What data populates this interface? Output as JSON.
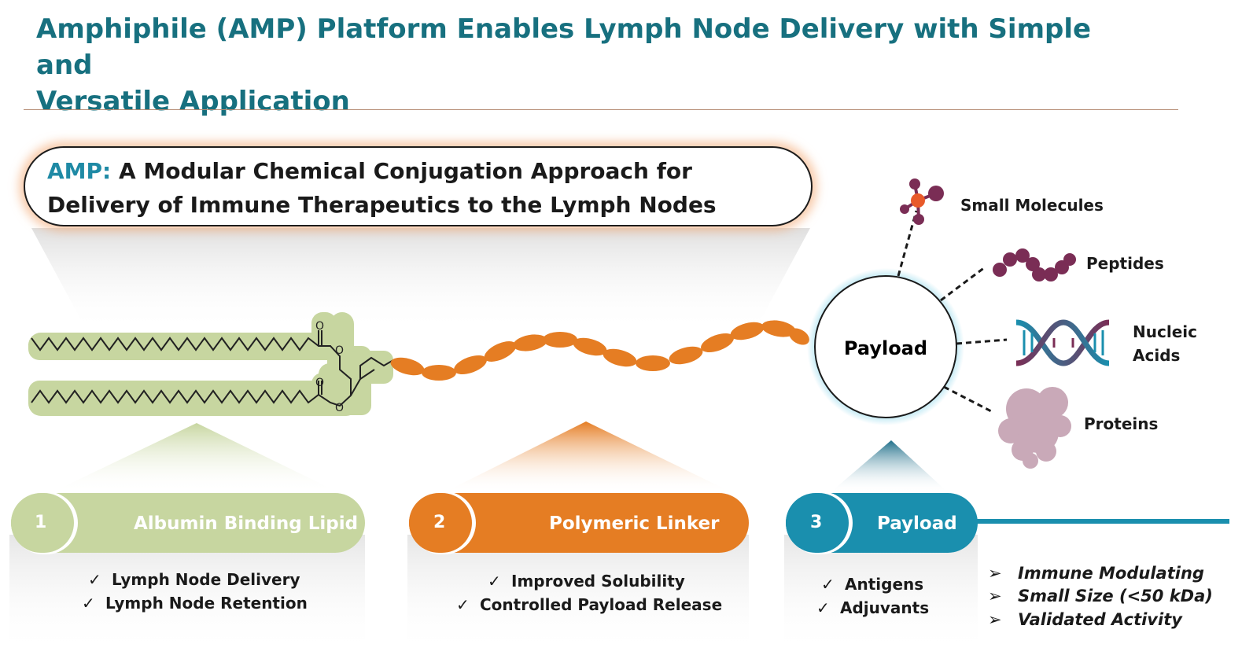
{
  "title": {
    "line1": "Amphiphile (AMP) Platform Enables Lymph Node Delivery with Simple and",
    "line2": "Versatile Application"
  },
  "callout": {
    "prefix": "AMP:",
    "line1_rest": " A Modular Chemical Conjugation Approach for",
    "line2": "Delivery of Immune Therapeutics to the Lymph Nodes"
  },
  "payload_circle": {
    "label": "Payload"
  },
  "payload_types": [
    {
      "label": "Small Molecules",
      "icon": "small-molecule-icon"
    },
    {
      "label": "Peptides",
      "icon": "peptide-chain-icon"
    },
    {
      "label": "Nucleic Acids",
      "line1": "Nucleic",
      "line2": "Acids",
      "icon": "dna-helix-icon"
    },
    {
      "label": "Proteins",
      "icon": "protein-icon"
    }
  ],
  "components": [
    {
      "number": "1",
      "label": "Albumin Binding Lipid",
      "color": "#c7d6a0",
      "check": "✓",
      "bullets": [
        "Lymph Node Delivery",
        "Lymph Node Retention"
      ]
    },
    {
      "number": "2",
      "label": "Polymeric Linker",
      "color": "#e57d23",
      "check": "✓",
      "bullets": [
        "Improved Solubility",
        "Controlled Payload Release"
      ]
    },
    {
      "number": "3",
      "label": "Payload",
      "color": "#1a8fae",
      "check": "✓",
      "bullets": [
        "Antigens",
        "Adjuvants"
      ],
      "arrow": "➢",
      "features": [
        "Immune Modulating",
        "Small Size (<50 kDa)",
        "Validated Activity"
      ]
    }
  ],
  "chemistry": {
    "carbonyl_atom": "O",
    "ester_atom": "O"
  },
  "colors": {
    "title": "#17707f",
    "lipid": "#c7d6a0",
    "linker": "#e57d23",
    "payload": "#1a8fae",
    "payload_text": "#6b2a47",
    "glow": "#f3a066"
  }
}
